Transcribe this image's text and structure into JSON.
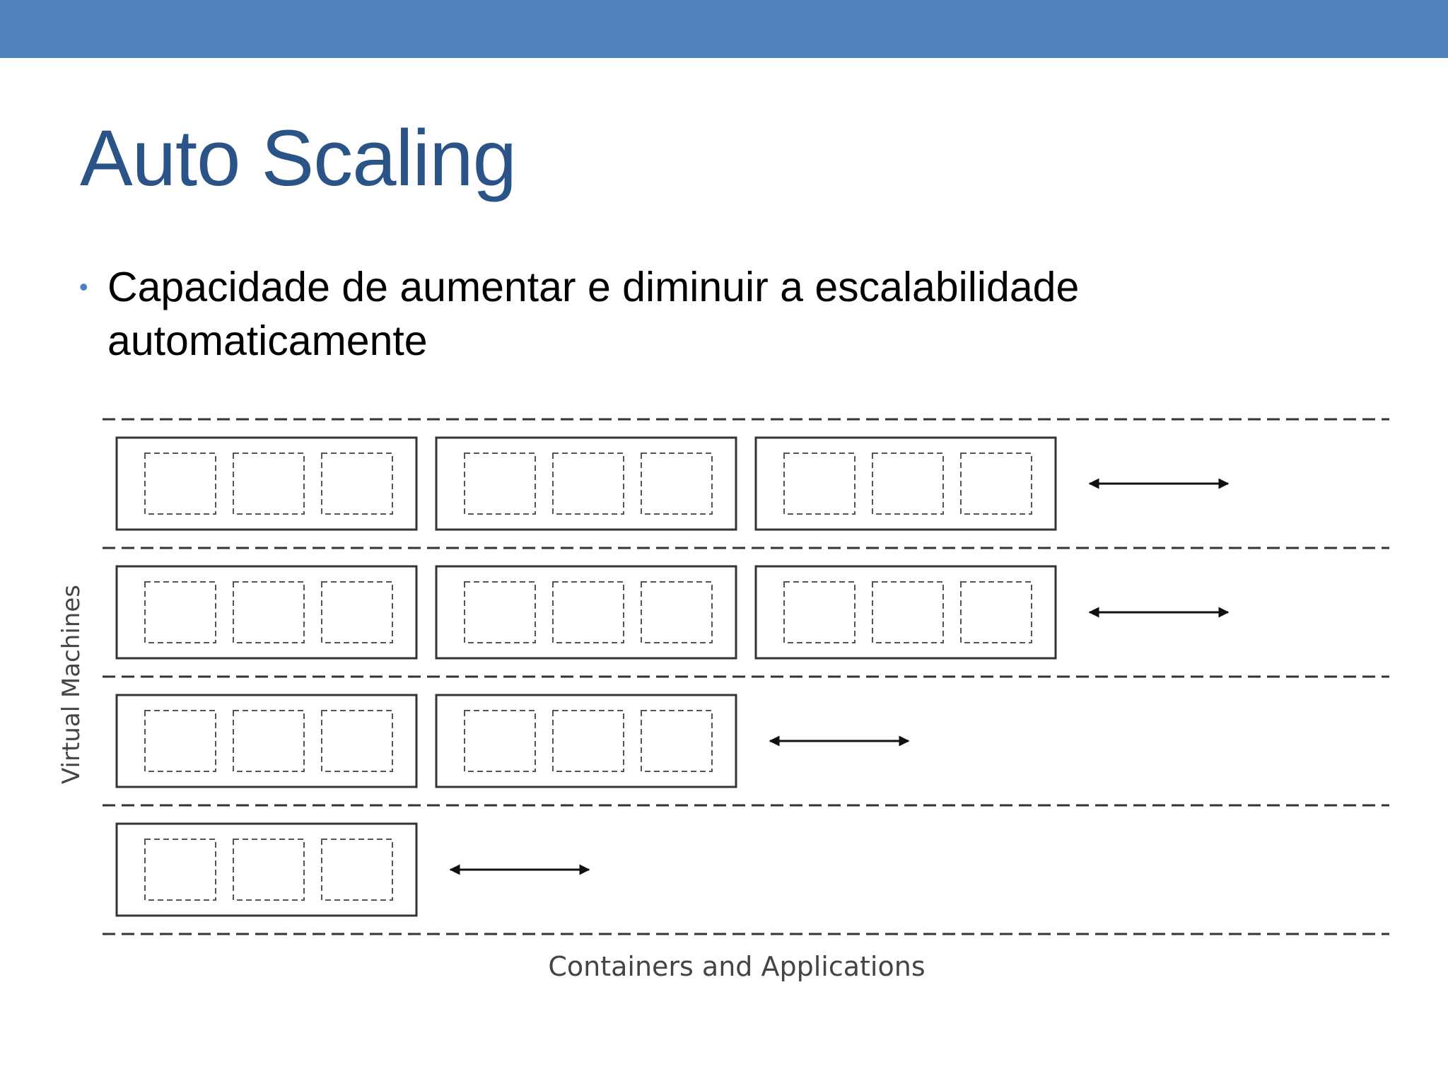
{
  "slide": {
    "title": "Auto Scaling",
    "bullet": "Capacidade de aumentar e diminuir a escalabilidade automaticamente"
  },
  "diagram": {
    "y_axis_label": "Virtual Machines",
    "x_axis_label": "Containers and Applications",
    "rows": [
      {
        "vms": 3,
        "containers_per_vm": 3,
        "has_arrow": true
      },
      {
        "vms": 3,
        "containers_per_vm": 3,
        "has_arrow": true
      },
      {
        "vms": 2,
        "containers_per_vm": 3,
        "has_arrow": true
      },
      {
        "vms": 1,
        "containers_per_vm": 3,
        "has_arrow": true
      }
    ]
  },
  "colors": {
    "top_bar": "#4f81bd",
    "title": "#2a5387",
    "bullet_dot": "#4f81bd",
    "diagram_line": "#333333"
  }
}
